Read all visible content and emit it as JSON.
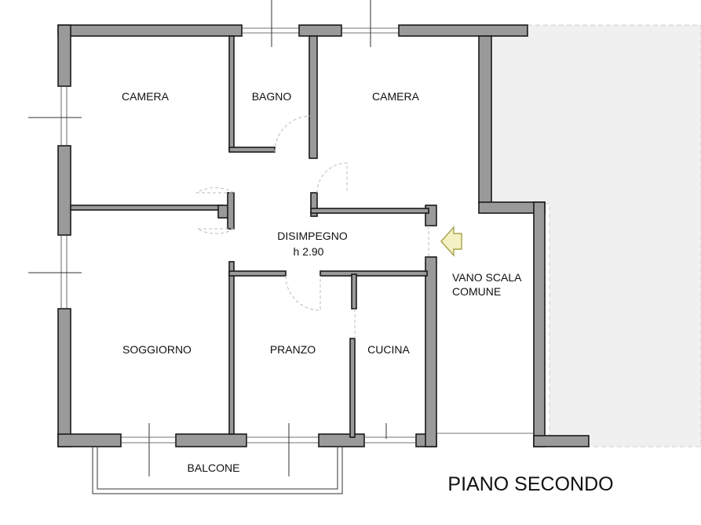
{
  "plan": {
    "title": "PIANO SECONDO",
    "rooms": {
      "camera_left": "CAMERA",
      "bagno": "BAGNO",
      "camera_right": "CAMERA",
      "disimpegno": "DISIMPEGNO",
      "disimpegno_height": "h 2.90",
      "vano_scala_line1": "VANO SCALA",
      "vano_scala_line2": "COMUNE",
      "soggiorno": "SOGGIORNO",
      "pranzo": "PRANZO",
      "cucina": "CUCINA",
      "balcone": "BALCONE"
    },
    "colors": {
      "wall": "#9a9a9a",
      "arrow": "#f4f2c4"
    }
  }
}
